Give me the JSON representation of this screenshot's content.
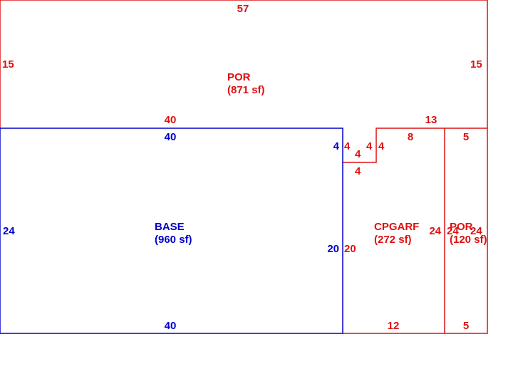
{
  "colors": {
    "base": "#0000cc",
    "addition": "#dd1111"
  },
  "por_top": {
    "name": "POR",
    "area": "(871 sf)",
    "dim_top": "57",
    "dim_left": "15",
    "dim_right": "15",
    "dim_bottom": "40"
  },
  "base": {
    "name": "BASE",
    "area": "(960 sf)",
    "dim_top": "40",
    "dim_bottom": "40",
    "dim_left": "24",
    "dim_right_lower": "20",
    "dim_right_upper": "4"
  },
  "cpgarf": {
    "name": "CPGARF",
    "area": "(272 sf)",
    "dim_bottom": "12",
    "dim_left": "20",
    "dim_right": "24",
    "step_dims": [
      "4",
      "4",
      "4",
      "4",
      "4"
    ],
    "dim_top_step": "8",
    "dim_top_overall": "13"
  },
  "por_small": {
    "name": "POR",
    "area": "(120 sf)",
    "dim_top": "5",
    "dim_bottom": "5",
    "dim_left": "24",
    "dim_right": "24"
  }
}
